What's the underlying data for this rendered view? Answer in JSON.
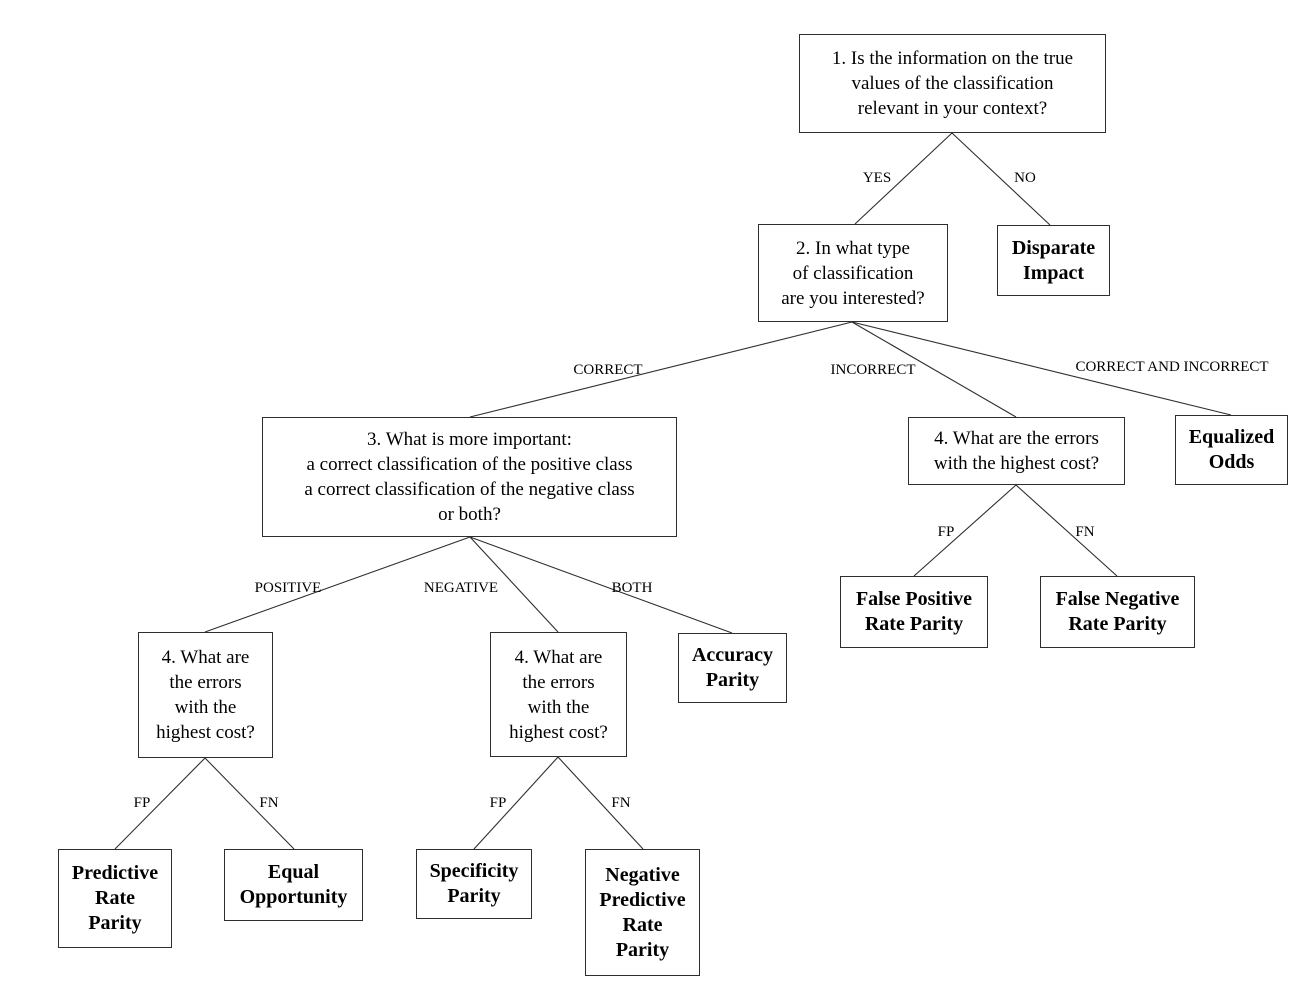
{
  "diagram_type": "decision-tree",
  "colors": {
    "background": "#ffffff",
    "line": "#2e2e2e",
    "border": "#2e2e2e",
    "text": "#000000"
  },
  "nodes": {
    "q1": {
      "type": "question",
      "lines": [
        "1. Is the information on the true",
        "values of the classification",
        "relevant in your context?"
      ]
    },
    "q2": {
      "type": "question",
      "lines": [
        "2. In what type",
        "of classification",
        "are you interested?"
      ]
    },
    "disparate_impact": {
      "type": "leaf",
      "lines": [
        "Disparate",
        "Impact"
      ]
    },
    "q3": {
      "type": "question",
      "lines": [
        "3. What is more important:",
        "a correct classification of the positive class",
        "a correct classification of the negative class",
        "or both?"
      ]
    },
    "q4_incorrect": {
      "type": "question",
      "lines": [
        "4. What are the errors",
        "with the highest cost?"
      ]
    },
    "equalized_odds": {
      "type": "leaf",
      "lines": [
        "Equalized",
        "Odds"
      ]
    },
    "false_positive_rate_parity": {
      "type": "leaf",
      "lines": [
        "False Positive",
        "Rate Parity"
      ]
    },
    "false_negative_rate_parity": {
      "type": "leaf",
      "lines": [
        "False Negative",
        "Rate Parity"
      ]
    },
    "q4_positive": {
      "type": "question",
      "lines": [
        "4. What are",
        "the errors",
        "with the",
        "highest cost?"
      ]
    },
    "q4_negative": {
      "type": "question",
      "lines": [
        "4. What are",
        "the errors",
        "with the",
        "highest cost?"
      ]
    },
    "accuracy_parity": {
      "type": "leaf",
      "lines": [
        "Accuracy",
        "Parity"
      ]
    },
    "predictive_rate_parity": {
      "type": "leaf",
      "lines": [
        "Predictive",
        "Rate",
        "Parity"
      ]
    },
    "equal_opportunity": {
      "type": "leaf",
      "lines": [
        "Equal",
        "Opportunity"
      ]
    },
    "specificity_parity": {
      "type": "leaf",
      "lines": [
        "Specificity",
        "Parity"
      ]
    },
    "negative_predictive_rate_parity": {
      "type": "leaf",
      "lines": [
        "Negative",
        "Predictive",
        "Rate",
        "Parity"
      ]
    }
  },
  "edges": [
    {
      "from": "q1",
      "to": "q2",
      "label": "YES"
    },
    {
      "from": "q1",
      "to": "disparate_impact",
      "label": "NO"
    },
    {
      "from": "q2",
      "to": "q3",
      "label": "CORRECT"
    },
    {
      "from": "q2",
      "to": "q4_incorrect",
      "label": "INCORRECT"
    },
    {
      "from": "q2",
      "to": "equalized_odds",
      "label": "CORRECT AND INCORRECT"
    },
    {
      "from": "q3",
      "to": "q4_positive",
      "label": "POSITIVE"
    },
    {
      "from": "q3",
      "to": "q4_negative",
      "label": "NEGATIVE"
    },
    {
      "from": "q3",
      "to": "accuracy_parity",
      "label": "BOTH"
    },
    {
      "from": "q4_incorrect",
      "to": "false_positive_rate_parity",
      "label": "FP"
    },
    {
      "from": "q4_incorrect",
      "to": "false_negative_rate_parity",
      "label": "FN"
    },
    {
      "from": "q4_positive",
      "to": "predictive_rate_parity",
      "label": "FP"
    },
    {
      "from": "q4_positive",
      "to": "equal_opportunity",
      "label": "FN"
    },
    {
      "from": "q4_negative",
      "to": "specificity_parity",
      "label": "FP"
    },
    {
      "from": "q4_negative",
      "to": "negative_predictive_rate_parity",
      "label": "FN"
    }
  ]
}
